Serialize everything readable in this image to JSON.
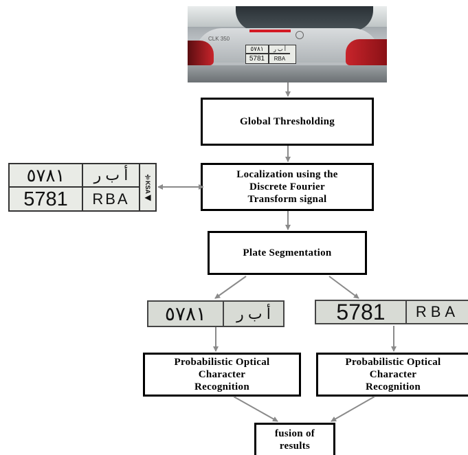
{
  "boxes": {
    "global_thresholding": "Global Thresholding",
    "localization": "Localization using the\nDiscrete Fourier\nTransform signal",
    "plate_segmentation": "Plate Segmentation",
    "pocr_left": "Probabilistic Optical\nCharacter\nRecognition",
    "pocr_right": "Probabilistic Optical\nCharacter\nRecognition",
    "fusion": "fusion of\nresults"
  },
  "car_photo": {
    "plate_arabic_digits": "٥٧٨١",
    "plate_arabic_letters": "أ ب ر",
    "plate_latin_digits": "5781",
    "plate_latin_letters": "RBA",
    "badge": "CLK 350"
  },
  "localized_plate": {
    "arabic_digits": "٥٧٨١",
    "arabic_letters": "أ ب ر",
    "latin_digits": "5781",
    "latin_letters": "RBA",
    "country_code": "KSA",
    "emblem": "⚜",
    "arrow": "◀"
  },
  "segment_arabic": {
    "digits": "٥٧٨١",
    "letters": "أ ب ر"
  },
  "segment_latin": {
    "digits": "5781",
    "letters": "RBA"
  },
  "colors": {
    "arrow": "#8a8a8a",
    "box_border": "#000000",
    "plate_bg": "#e9ebe6"
  }
}
